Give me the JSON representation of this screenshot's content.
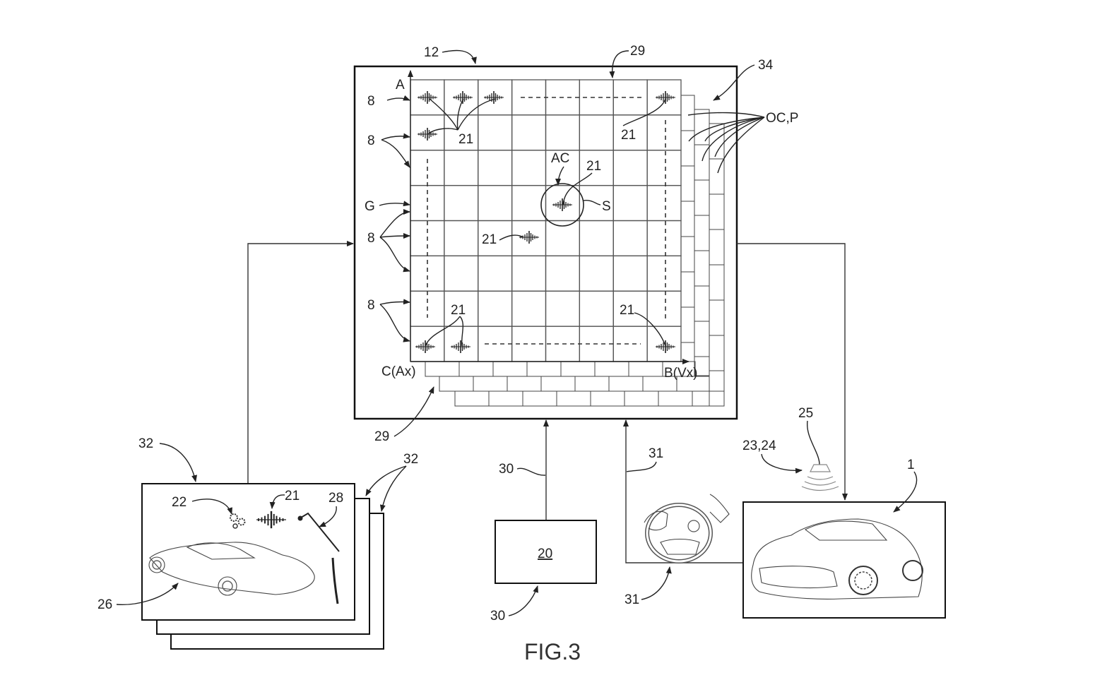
{
  "figure": {
    "title": "FIG.3"
  },
  "labels": {
    "map": "12",
    "grid_top": "29",
    "grid_bottom": "29",
    "layers": "34",
    "operating_conditions": "OC,P",
    "axis_a": "A",
    "axis_b": "B(Vx)",
    "axis_c": "C(Ax)",
    "gear": "G",
    "row_marker": "8",
    "sound_sample": "21",
    "active_cell": "AC",
    "selection": "S",
    "database_card": "32",
    "gear_icon_ref": "22",
    "microphone_ref": "28",
    "car_sketch_ref": "26",
    "control_unit": "20",
    "control_unit_signal": "30",
    "driver_input": "31",
    "speaker_ref": "23,24",
    "speaker": "25",
    "vehicle": "1"
  },
  "icons": {
    "sound": "waveform-icon",
    "gear": "gears-icon",
    "mic": "microphone-icon",
    "speaker": "speaker-icon",
    "steering": "steering-wheel-icon",
    "car": "car-icon"
  },
  "grid": {
    "columns": 8,
    "rows": 8
  }
}
